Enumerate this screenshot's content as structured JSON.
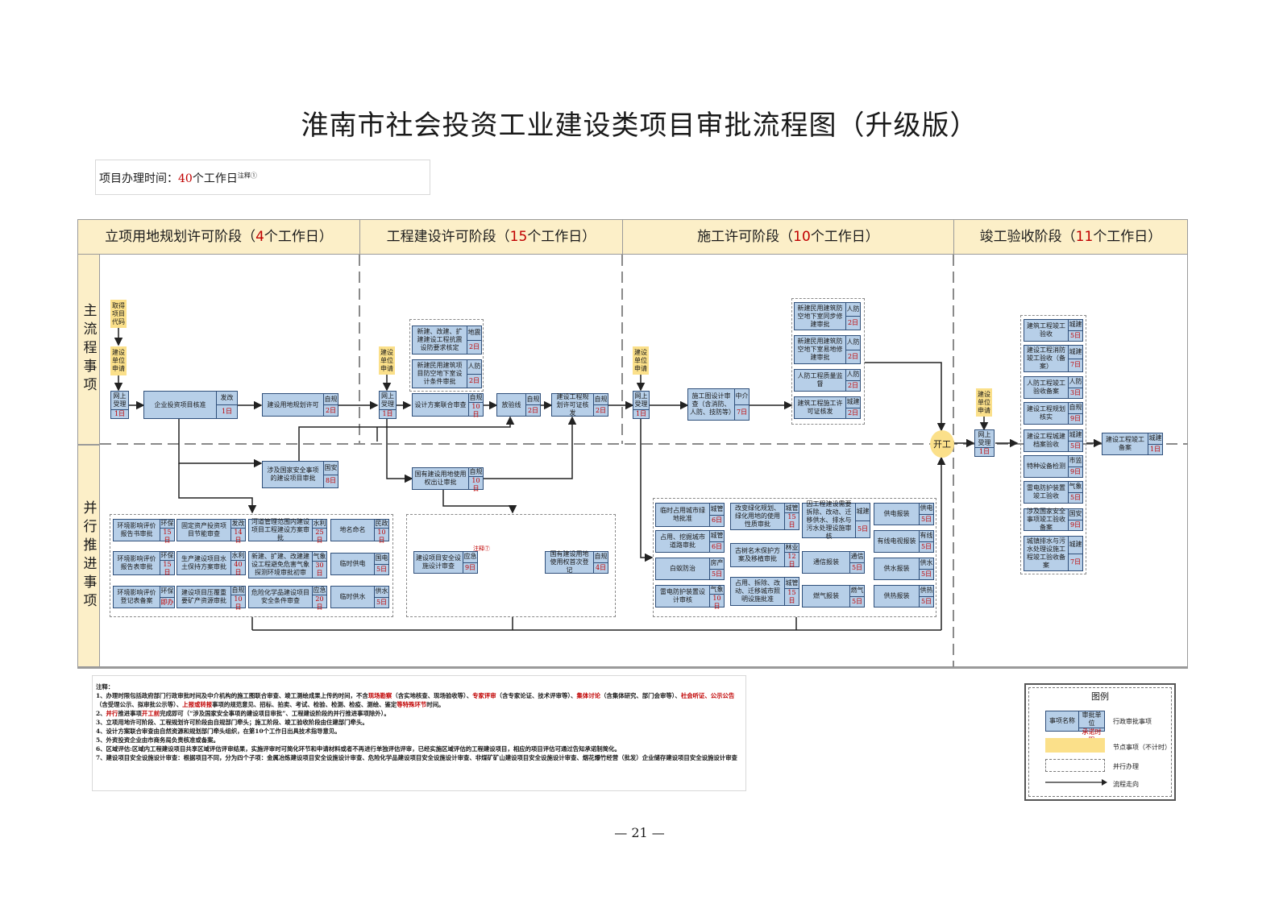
{
  "title": "淮南市社会投资工业建设类项目审批流程图（升级版）",
  "time_box": {
    "prefix": "项目办理时间：",
    "days": "40",
    "suffix": "个工作日",
    "note": "注释①"
  },
  "stages": [
    {
      "name": "立项用地规划许可阶段",
      "open": "（",
      "days": "4",
      "unit": "个工作日）"
    },
    {
      "name": "工程建设许可阶段",
      "open": "（",
      "days": "15",
      "unit": "个工作日）"
    },
    {
      "name": "施工许可阶段",
      "open": "（",
      "days": "10",
      "unit": "个工作日）"
    },
    {
      "name": "竣工验收阶段",
      "open": "（",
      "days": "11",
      "unit": "个工作日）"
    }
  ],
  "lanes": {
    "main": "主流程事项",
    "parallel": "并行推进事项"
  },
  "nodes": {
    "obtain_code": "取得项目代码",
    "apply_1": "建设单位申请",
    "apply_2": "建设单位申请",
    "apply_3": "建设单位申请",
    "apply_4": "建设单位申请",
    "start": "开工"
  },
  "accept": [
    {
      "name": "网上受理",
      "days": "1日"
    },
    {
      "name": "网上受理",
      "days": "1日"
    },
    {
      "name": "网上受理",
      "days": "1日"
    },
    {
      "name": "网上受理",
      "days": "1日"
    }
  ],
  "boxes": {
    "b1": {
      "name": "企业投资项目核准",
      "dep": "发改",
      "days": "1日"
    },
    "b2": {
      "name": "建设用地规划许可",
      "dep": "自规",
      "days": "2日"
    },
    "b3": {
      "name": "涉及国家安全事项的建设项目审批",
      "dep": "国安",
      "days": "8日"
    },
    "b4": {
      "name": "新建、改建、扩建建设工程抗震设防要求核定",
      "dep": "地震",
      "days": "2日"
    },
    "b5": {
      "name": "新建民用建筑项目防空地下室设计条件审批",
      "dep": "人防",
      "days": "2日"
    },
    "b6": {
      "name": "设计方案联合审查",
      "dep": "自规",
      "days": "10日"
    },
    "b7": {
      "name": "放验线",
      "dep": "自规",
      "days": "2日"
    },
    "b8": {
      "name": "建设工程规划许可证核发",
      "dep": "自规",
      "days": "2日"
    },
    "b9": {
      "name": "国有建设用地使用权出让审批",
      "dep": "自规",
      "days": "10日"
    },
    "b10": {
      "name": "建设项目安全设施设计审查",
      "dep": "应急",
      "days": "9日"
    },
    "b11": {
      "name": "国有建设用地使用权首次登记",
      "dep": "自规",
      "days": "4日"
    },
    "b12": {
      "name": "施工图设计审查（含消防、人防、技防等）",
      "dep": "中介",
      "days": "7日"
    },
    "b13": {
      "name": "新建民用建筑防空地下室同步修建审批",
      "dep": "人防",
      "days": "2日"
    },
    "b14": {
      "name": "新建民用建筑防空地下室易地修建审批",
      "dep": "人防",
      "days": "2日"
    },
    "b15": {
      "name": "人防工程质量监督",
      "dep": "人防",
      "days": "2日"
    },
    "b16": {
      "name": "建筑工程施工许可证核发",
      "dep": "城建",
      "days": "2日"
    },
    "b17": {
      "name": "建设工程竣工备案",
      "dep": "城建",
      "days": "1日"
    },
    "p1": {
      "name": "环境影响评价报告书审批",
      "dep": "环保",
      "days": "15日"
    },
    "p2": {
      "name": "环境影响评价报告表审批",
      "dep": "环保",
      "days": "15日"
    },
    "p3": {
      "name": "环境影响评价登记表备案",
      "dep": "环保",
      "days": "即办"
    },
    "p4": {
      "name": "固定资产投资项目节能审查",
      "dep": "发改",
      "days": "14日"
    },
    "p5": {
      "name": "生产建设项目水土保持方案审批",
      "dep": "水利",
      "days": "40日"
    },
    "p6": {
      "name": "建设项目压覆重要矿产资源审批",
      "dep": "自规",
      "days": "10日"
    },
    "p7": {
      "name": "河道管理范围内建设项目工程建设方案审批",
      "dep": "水利",
      "days": "25日"
    },
    "p8": {
      "name": "新建、扩建、改建建设工程避免危害气象探测环境审批初审",
      "dep": "气象",
      "days": "30日"
    },
    "p9": {
      "name": "危险化学品建设项目安全条件审查",
      "dep": "应急",
      "days": "20日"
    },
    "p10": {
      "name": "地名命名",
      "dep": "民政",
      "days": "10日"
    },
    "p11": {
      "name": "临时供电",
      "dep": "国电",
      "days": "5日"
    },
    "p12": {
      "name": "临时供水",
      "dep": "供水",
      "days": "5日"
    },
    "q1": {
      "name": "临时占用城市绿地批准",
      "dep": "城管",
      "days": "6日"
    },
    "q2": {
      "name": "占用、挖掘城市道路审批",
      "dep": "城管",
      "days": "6日"
    },
    "q3": {
      "name": "白蚁防治",
      "dep": "房产",
      "days": "5日"
    },
    "q4": {
      "name": "雷电防护装置设计审核",
      "dep": "气象",
      "days": "10日"
    },
    "q5": {
      "name": "改变绿化规划、绿化用地的使用性质审批",
      "dep": "城管",
      "days": "15日"
    },
    "q6": {
      "name": "古树名木保护方案及移植审批",
      "dep": "林业",
      "days": "12日"
    },
    "q7": {
      "name": "占用、拆除、改动、迁移城市照明设施批准",
      "dep": "城管",
      "days": "15日"
    },
    "q8": {
      "name": "因工程建设需要拆除、改动、迁移供水、排水与污水处理设施审核",
      "dep": "城建",
      "days": "5日"
    },
    "q9": {
      "name": "通信报装",
      "dep": "通信",
      "days": "5日"
    },
    "q10": {
      "name": "燃气报装",
      "dep": "燃气",
      "days": "5日"
    },
    "q11": {
      "name": "供电报装",
      "dep": "供电",
      "days": "5日"
    },
    "q12": {
      "name": "有线电视报装",
      "dep": "有线",
      "days": "5日"
    },
    "q13": {
      "name": "供水报装",
      "dep": "供水",
      "days": "5日"
    },
    "q14": {
      "name": "供热报装",
      "dep": "供热",
      "days": "5日"
    },
    "c1": {
      "name": "建筑工程竣工验收",
      "dep": "城建",
      "days": "5日"
    },
    "c2": {
      "name": "建设工程消防竣工验收（备案）",
      "dep": "城建",
      "days": "7日"
    },
    "c3": {
      "name": "人防工程竣工验收备案",
      "dep": "人防",
      "days": "3日"
    },
    "c4": {
      "name": "建设工程规划核实",
      "dep": "自规",
      "days": "9日"
    },
    "c5": {
      "name": "建设工程城建档案验收",
      "dep": "城建",
      "days": "5日"
    },
    "c6": {
      "name": "特种设备检测",
      "dep": "市监",
      "days": "9日"
    },
    "c7": {
      "name": "雷电防护装置竣工验收",
      "dep": "气象",
      "days": "5日"
    },
    "c8": {
      "name": "涉及国家安全事项竣工验收备案",
      "dep": "国安",
      "days": "9日"
    },
    "c9": {
      "name": "城镇排水与污水处理设施工程竣工验收备案",
      "dep": "城建",
      "days": "7日"
    }
  },
  "note7": "注释⑦",
  "notes": {
    "title": "注释：",
    "n1a": "1、办理时限包括政府部门行政审批时间及中介机构的施工图联合审查、竣工测绘成果上传的时间，不含",
    "n1b": "现场勘察",
    "n1c": "（含实地核查、现场验收等）、",
    "n1d": "专家评审",
    "n1e": "（含专家论证、技术评审等）、",
    "n1f": "集体讨论",
    "n1g": "（含集体研究、部门会审等）、",
    "n1h": "社会听证、公示公告",
    "n1i": "（含受理公示、拟审批公示等）、",
    "n1j": "上报或转报",
    "n1k": "事项的规范意见、招标、拍卖、考试、检验、检测、检疫、测绘、鉴定",
    "n1l": "等特殊环节",
    "n1m": "时间。",
    "n2a": "2、",
    "n2b": "并行",
    "n2c": "推进事项",
    "n2d": "开工前",
    "n2e": "完成即可（“涉及国家安全事项的建设项目审批”、工程建设阶段的并行推进事项除外）。",
    "n3": "3、立项用地许可阶段、工程规划许可阶段由自规部门牵头；施工阶段、竣工验收阶段由住建部门牵头。",
    "n4": "4、设计方案联合审查由自然资源和规划部门牵头组织，在第10个工作日出具技术指导意见。",
    "n5": "5、外资投资企业由市商务局负责核准或备案。",
    "n6": "6、区域评估:区域内工程建设项目共享区域评估评审结果，实施评审时可简化环节和申请材料或者不再进行单独评估评审，已经实施区域评估的工程建设项目，相应的项目评估可通过告知承诺制简化。",
    "n7": "7、建设项目安全设施设计审查：根据项目不同，分为四个子项：金属冶炼建设项目安全设施设计审查、危险化学品建设项目安全设施设计审查、非煤矿矿山建设项目安全设施设计审查、烟花爆竹经营（批发）企业储存建设项目安全设施设计审查"
  },
  "legend": {
    "title": "图例",
    "sample_name": "事项名称",
    "sample_dep": "审批单位",
    "sample_days": "承诺时限",
    "admin": "行政审批事项",
    "node": "节点事项（不计时）",
    "parallel": "并行办理",
    "flow": "流程走向"
  },
  "page_number": "— 21 —",
  "colors": {
    "box_fill": "#b7cfe8",
    "node_fill": "#fbe08a",
    "header_fill": "#fcefc8",
    "accent_red": "#c00000"
  }
}
